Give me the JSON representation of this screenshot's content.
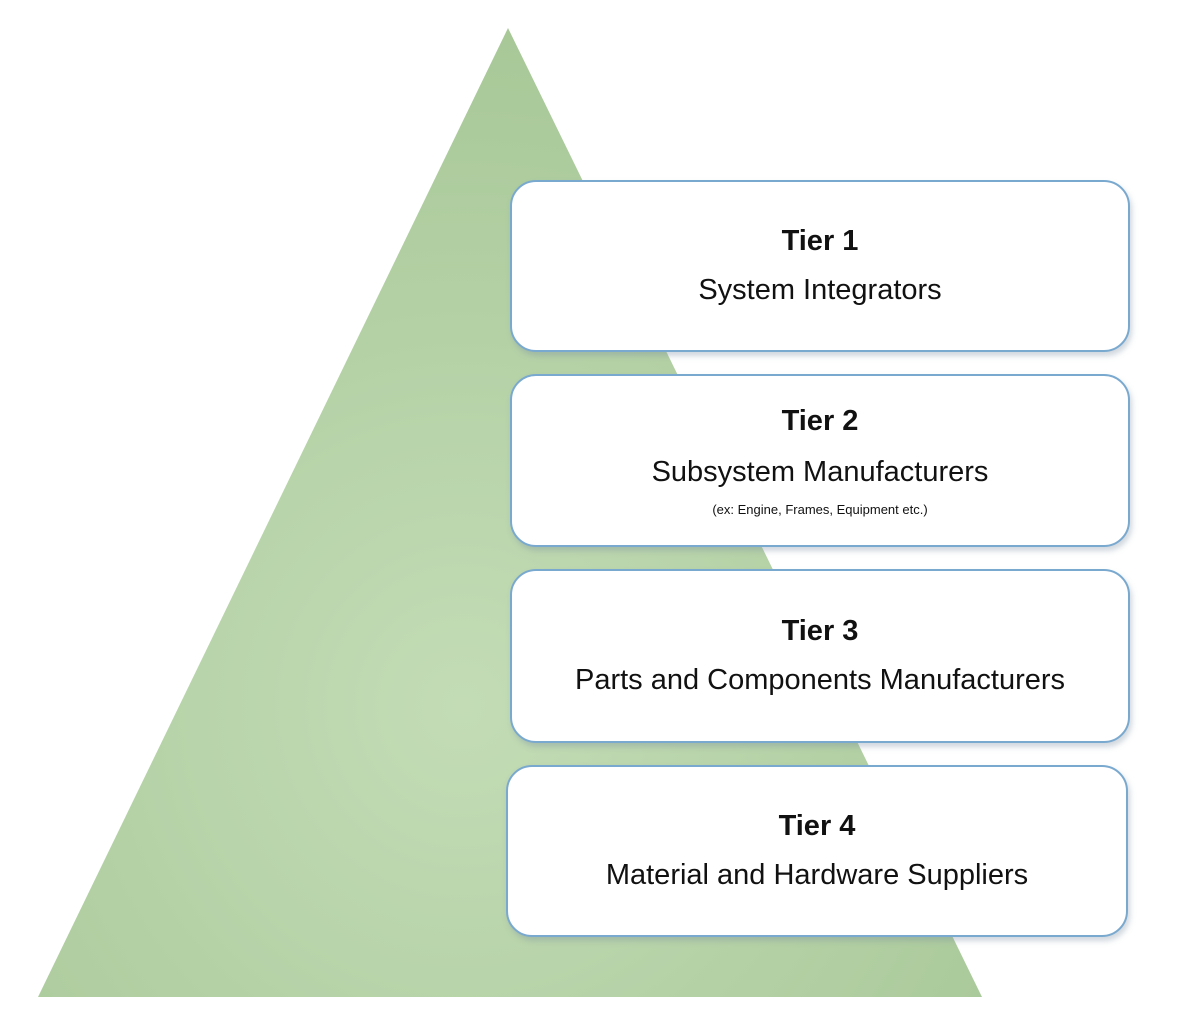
{
  "colors": {
    "pyramid_fill_light": "#c3dcb6",
    "pyramid_fill_dark": "#a8c898",
    "box_border": "#7aa9cf",
    "box_fill": "#ffffff",
    "text": "#111111"
  },
  "tiers": [
    {
      "heading": "Tier 1",
      "name": "System Integrators",
      "note": ""
    },
    {
      "heading": "Tier 2",
      "name": "Subsystem Manufacturers",
      "note": "(ex: Engine, Frames, Equipment etc.)"
    },
    {
      "heading": "Tier 3",
      "name": "Parts and Components Manufacturers",
      "note": ""
    },
    {
      "heading": "Tier 4",
      "name": "Material and Hardware Suppliers",
      "note": ""
    }
  ]
}
